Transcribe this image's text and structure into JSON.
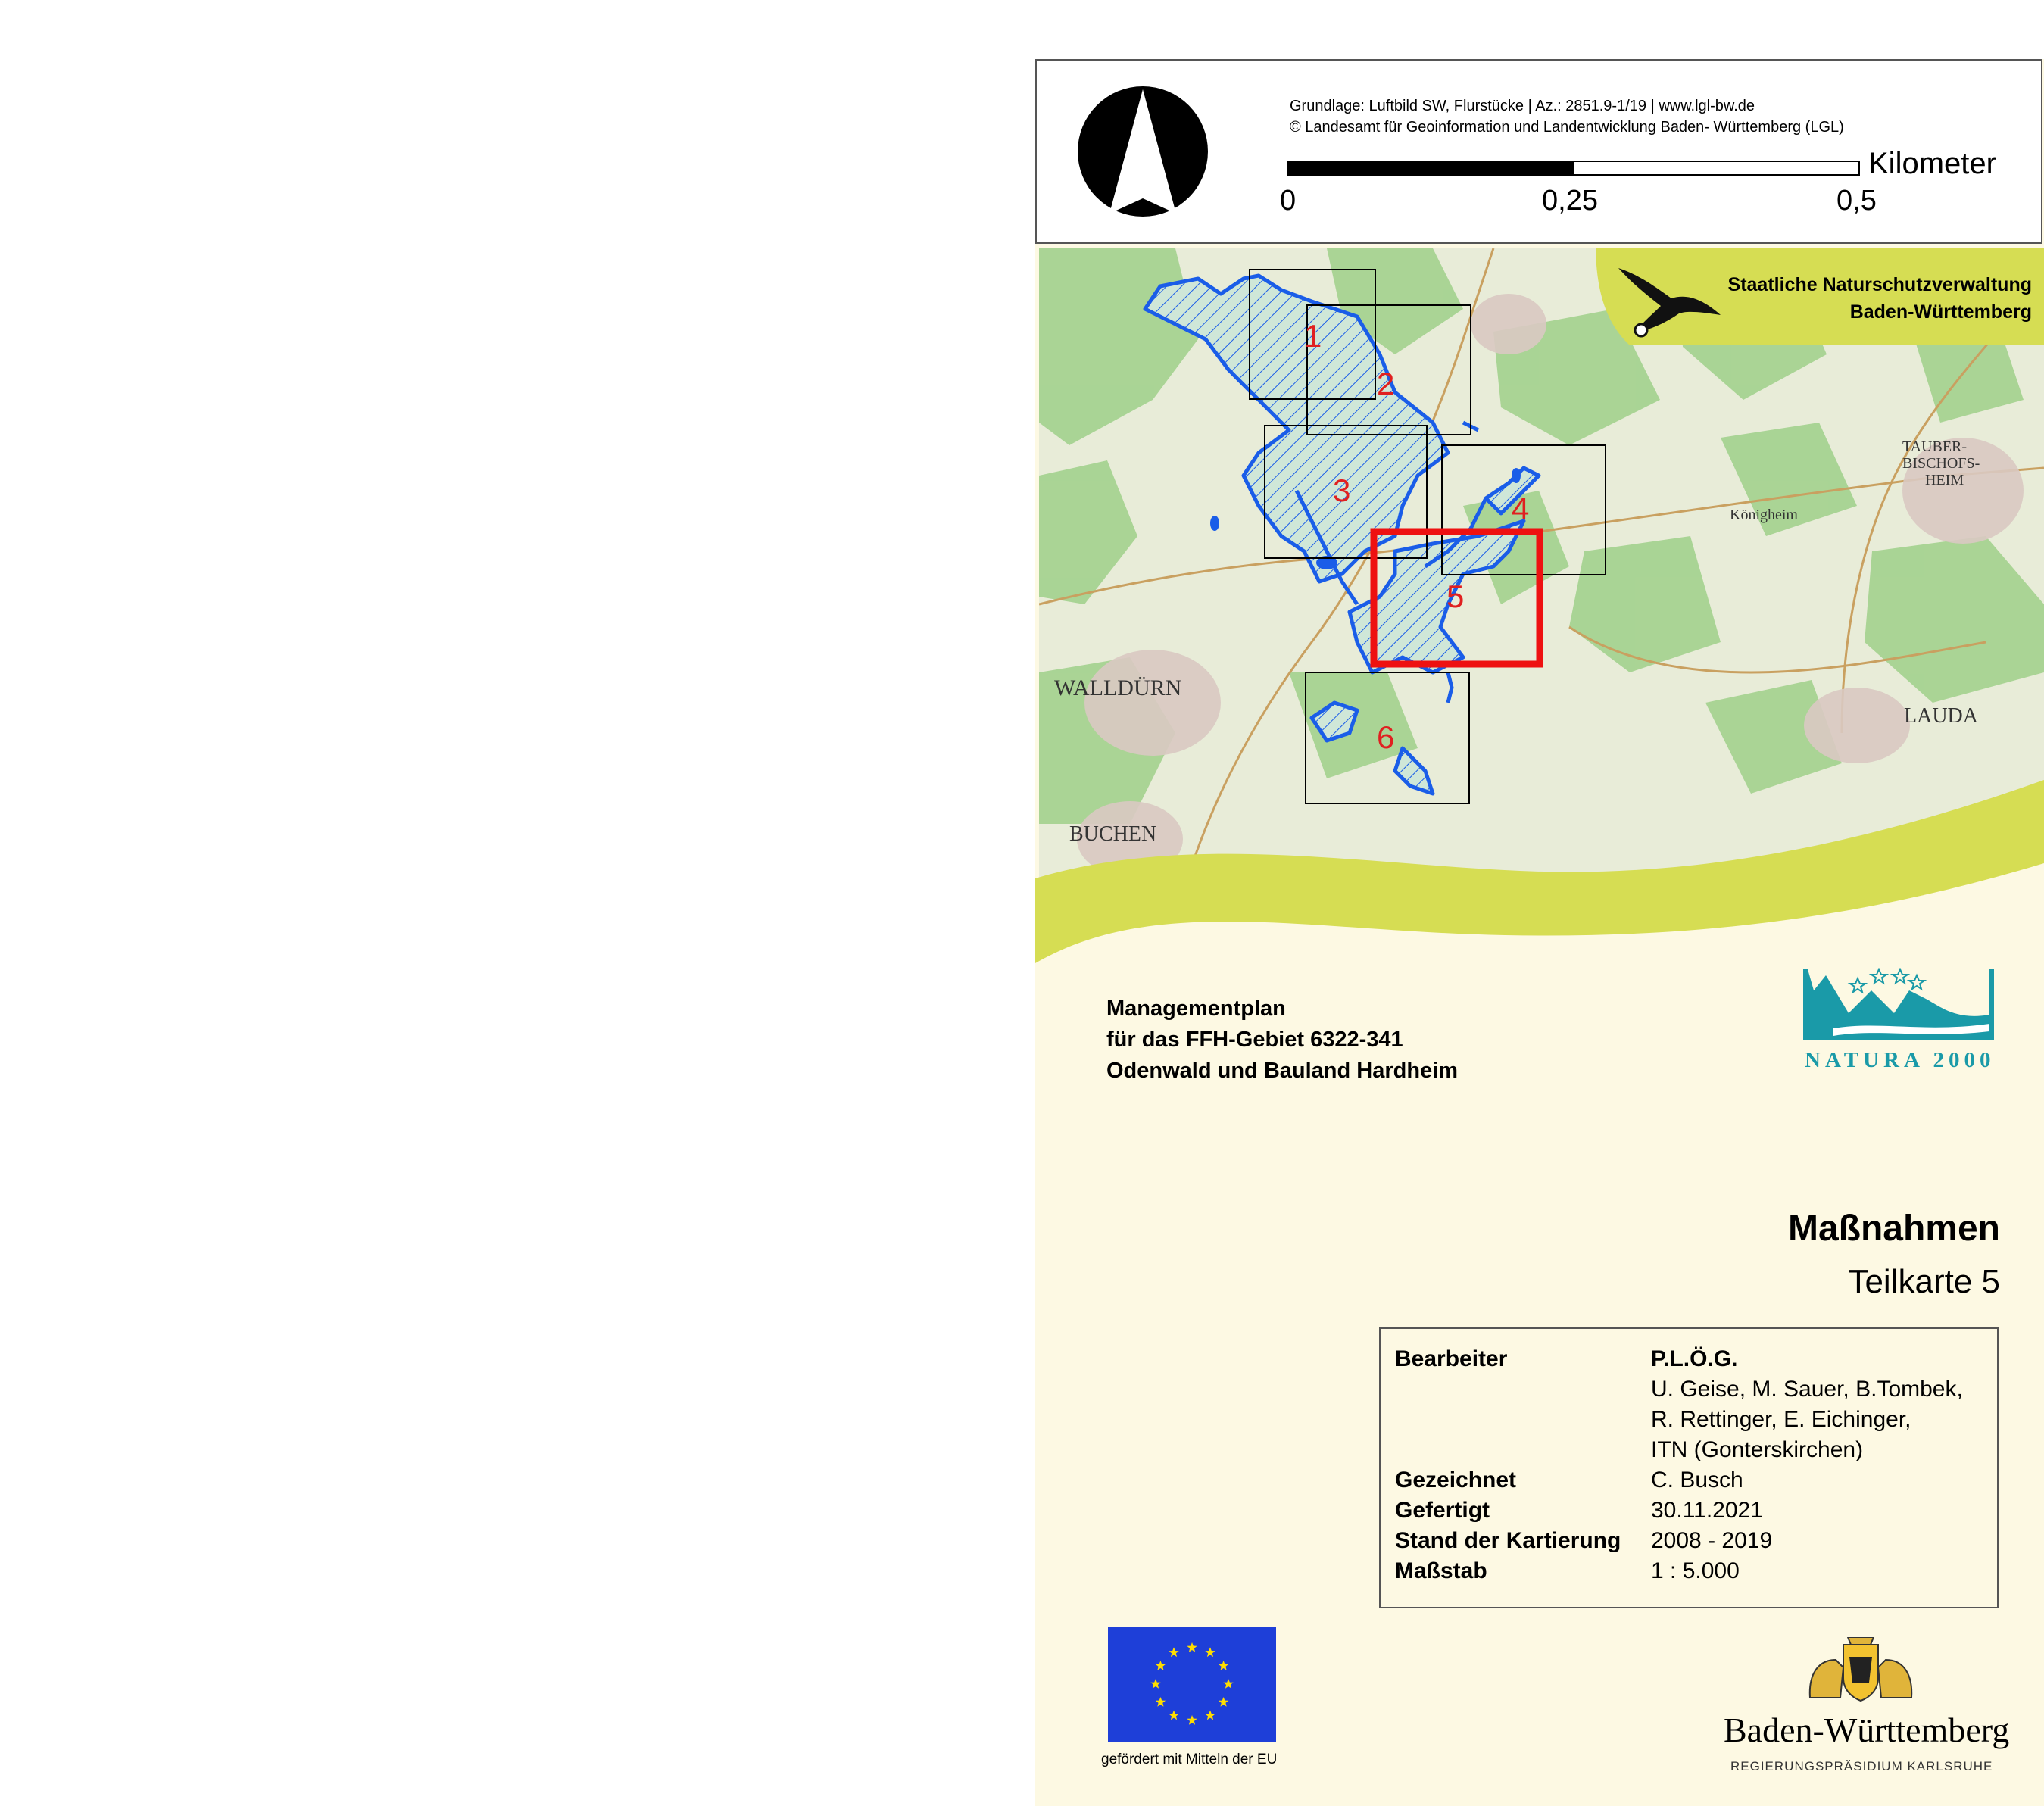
{
  "header": {
    "credit_line_1": "Grundlage: Luftbild SW, Flurstücke  |   Az.: 2851.9-1/19  |  www.lgl-bw.de",
    "credit_line_2": "© Landesamt für Geoinformation und Landentwicklung Baden- Württemberg (LGL)",
    "scale_unit": "Kilometer",
    "scale_ticks": [
      "0",
      "0,25",
      "0,5"
    ],
    "north_icon": "north-arrow-icon"
  },
  "map": {
    "agency_line_1": "Staatliche Naturschutzverwaltung",
    "agency_line_2": "Baden-Württemberg",
    "agency_icon": "eagle-icon",
    "sheets": [
      {
        "label": "1",
        "highlighted": false
      },
      {
        "label": "2",
        "highlighted": false
      },
      {
        "label": "3",
        "highlighted": false
      },
      {
        "label": "4",
        "highlighted": false
      },
      {
        "label": "5",
        "highlighted": true
      },
      {
        "label": "6",
        "highlighted": false
      }
    ],
    "places": {
      "walldurn": "WALLDÜRN",
      "buchen": "BUCHEN",
      "lauda": "LAUDA",
      "tauberbischofsheim_1": "TAUBER-",
      "tauberbischofsheim_2": "BISCHOFS-",
      "tauberbischofsheim_3": "HEIM",
      "konigheim": "Königheim"
    },
    "colors": {
      "boundary": "#1a5de8",
      "sheet_frame": "#000000",
      "selected_frame": "#ee1111",
      "label": "#e02020"
    }
  },
  "plan": {
    "line_1": "Managementplan",
    "line_2": "für das FFH-Gebiet 6322-341",
    "line_3": "Odenwald und Bauland Hardheim"
  },
  "natura": {
    "text": "NATURA 2000",
    "icon": "natura-2000-logo-icon"
  },
  "title": {
    "main": "Maßnahmen",
    "sub": "Teilkarte 5"
  },
  "info": {
    "bearbeiter_label": "Bearbeiter",
    "bearbeiter_org": "P.L.Ö.G.",
    "bearbeiter_names_1": "U. Geise, M. Sauer, B.Tombek,",
    "bearbeiter_names_2": "R. Rettinger, E. Eichinger,",
    "bearbeiter_names_3": "ITN (Gonterskirchen)",
    "gezeichnet_label": "Gezeichnet",
    "gezeichnet_value": "C. Busch",
    "gefertigt_label": "Gefertigt",
    "gefertigt_value": "30.11.2021",
    "stand_label": "Stand der Kartierung",
    "stand_value": "2008 - 2019",
    "massstab_label": "Maßstab",
    "massstab_value": "1 : 5.000"
  },
  "footer": {
    "eu_caption": "gefördert mit Mitteln der EU",
    "bw_name": "Baden-Württemberg",
    "bw_sub": "REGIERUNGSPRÄSIDIUM KARLSRUHE"
  }
}
